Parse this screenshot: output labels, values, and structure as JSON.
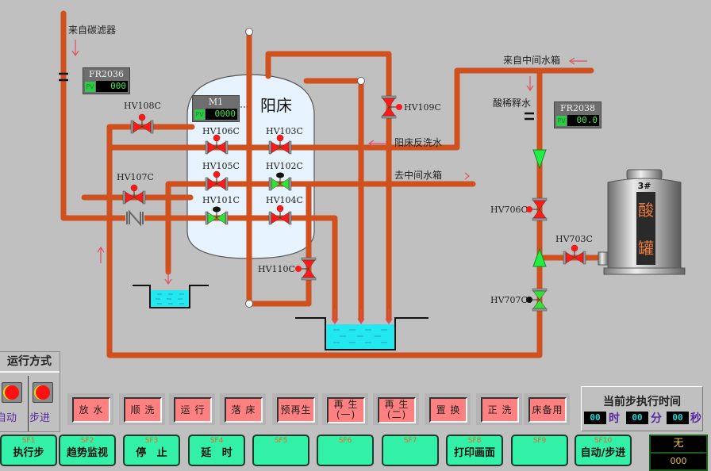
{
  "labels": {
    "from_carbon_filter": "来自碳滤器",
    "from_mid_tank": "来自中间水箱",
    "acid_dilution_water": "酸稀释水",
    "cation_backwash_water": "阳床反洗水",
    "to_mid_tank": "去中间水箱",
    "vessel_title": "阳床",
    "acid_tank_number": "3#",
    "acid_tank_text1": "酸",
    "acid_tank_text2": "罐"
  },
  "flow_meters": [
    {
      "id": "FR2036",
      "pv_label": "PV",
      "value": "000"
    },
    {
      "id": "M1",
      "pv_label": "PV",
      "value": "0000"
    },
    {
      "id": "FR2038",
      "pv_label": "PV",
      "value": "00.0"
    }
  ],
  "valves": [
    {
      "tag": "HV108C",
      "state": "closed"
    },
    {
      "tag": "HV106C",
      "state": "closed"
    },
    {
      "tag": "HV103C",
      "state": "closed"
    },
    {
      "tag": "HV105C",
      "state": "closed"
    },
    {
      "tag": "HV102C",
      "state": "open"
    },
    {
      "tag": "HV107C",
      "state": "closed"
    },
    {
      "tag": "HV101C",
      "state": "open"
    },
    {
      "tag": "HV104C",
      "state": "closed"
    },
    {
      "tag": "HV109C",
      "state": "closed"
    },
    {
      "tag": "HV110C",
      "state": "closed"
    },
    {
      "tag": "HV706C",
      "state": "closed"
    },
    {
      "tag": "HV703C",
      "state": "closed"
    },
    {
      "tag": "HV707C",
      "state": "open"
    }
  ],
  "colors": {
    "pipe": "#d0501e",
    "valve_closed": "#ff1a1a",
    "valve_open": "#33e033",
    "water": "#22e8f0",
    "background": "#c0c0c0",
    "step_button": "#ff8080",
    "function_key": "#33f0a8"
  },
  "run_mode": {
    "title": "运行方式",
    "options": [
      {
        "label": "自动",
        "indicator": "red"
      },
      {
        "label": "步进",
        "indicator": "red"
      }
    ]
  },
  "steps": [
    "放 水",
    "顺 洗",
    "运 行",
    "落 床",
    "预再生",
    "再 生\n(一)",
    "再 生\n(二)",
    "置 换",
    "正 洗",
    "床备用"
  ],
  "step_timer": {
    "title": "当前步执行时间",
    "hours": "00",
    "hours_unit": "时",
    "minutes": "00",
    "minutes_unit": "分",
    "seconds": "00",
    "seconds_unit": "秒"
  },
  "function_keys": [
    {
      "key": "SF1",
      "label": "执行步"
    },
    {
      "key": "SF2",
      "label": "趋势监视"
    },
    {
      "key": "SF3",
      "label": "停   止"
    },
    {
      "key": "SF4",
      "label": "延   时"
    },
    {
      "key": "SF5",
      "label": ""
    },
    {
      "key": "SF6",
      "label": ""
    },
    {
      "key": "SF7",
      "label": ""
    },
    {
      "key": "SF8",
      "label": "打印画面"
    },
    {
      "key": "SF9",
      "label": ""
    },
    {
      "key": "SF10",
      "label": "自动/步进"
    }
  ],
  "status": {
    "line1": "无",
    "line2": "000"
  }
}
